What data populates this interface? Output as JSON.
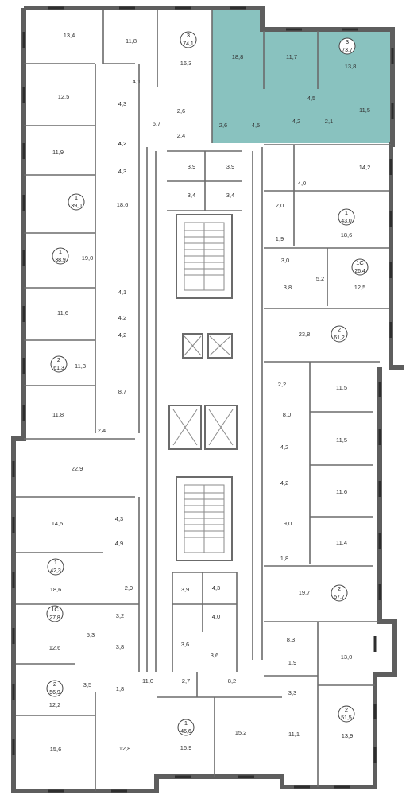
{
  "colors": {
    "highlight": "#89c2bf",
    "wall": "#6b6b6b",
    "window": "#2e2e2e"
  },
  "apartment_badges": [
    {
      "rooms": "3",
      "area": "74,1"
    },
    {
      "rooms": "3",
      "area": "73,7"
    },
    {
      "rooms": "1",
      "area": "39,0"
    },
    {
      "rooms": "1",
      "area": "43,0"
    },
    {
      "rooms": "1",
      "area": "38,9"
    },
    {
      "rooms": "1С",
      "area": "26,4"
    },
    {
      "rooms": "2",
      "area": "61,2"
    },
    {
      "rooms": "2",
      "area": "61,3"
    },
    {
      "rooms": "1",
      "area": "42,3"
    },
    {
      "rooms": "2",
      "area": "57,7"
    },
    {
      "rooms": "1С",
      "area": "27,8"
    },
    {
      "rooms": "2",
      "area": "56,9"
    },
    {
      "rooms": "2",
      "area": "51,5"
    },
    {
      "rooms": "1",
      "area": "46,6"
    }
  ],
  "room_labels": [
    "13,4",
    "11,8",
    "16,3",
    "18,8",
    "11,7",
    "13,8",
    "4,1",
    "12,5",
    "4,3",
    "2,6",
    "4,5",
    "11,5",
    "6,7",
    "4,2",
    "2,6",
    "4,5",
    "4,2",
    "2,1",
    "11,9",
    "4,2",
    "2,4",
    "4,3",
    "3,9",
    "3,9",
    "14,2",
    "4,0",
    "3,4",
    "3,4",
    "18,6",
    "2,0",
    "18,6",
    "1,9",
    "19,0",
    "3,0",
    "12,5",
    "5,2",
    "3,8",
    "4,1",
    "11,6",
    "4,2",
    "23,8",
    "4,2",
    "11,3",
    "2,2",
    "11,5",
    "8,7",
    "8,0",
    "11,8",
    "2,4",
    "11,5",
    "4,2",
    "22,9",
    "4,2",
    "11,6",
    "14,5",
    "4,3",
    "9,0",
    "4,9",
    "11,4",
    "1,8",
    "18,6",
    "2,9",
    "3,9",
    "4,3",
    "19,7",
    "4,0",
    "3,2",
    "5,3",
    "12,6",
    "3,8",
    "3,6",
    "3,6",
    "8,3",
    "13,0",
    "1,9",
    "3,5",
    "1,8",
    "11,0",
    "2,7",
    "8,2",
    "3,3",
    "12,2",
    "15,6",
    "12,8",
    "16,9",
    "15,2",
    "11,1",
    "13,9"
  ]
}
